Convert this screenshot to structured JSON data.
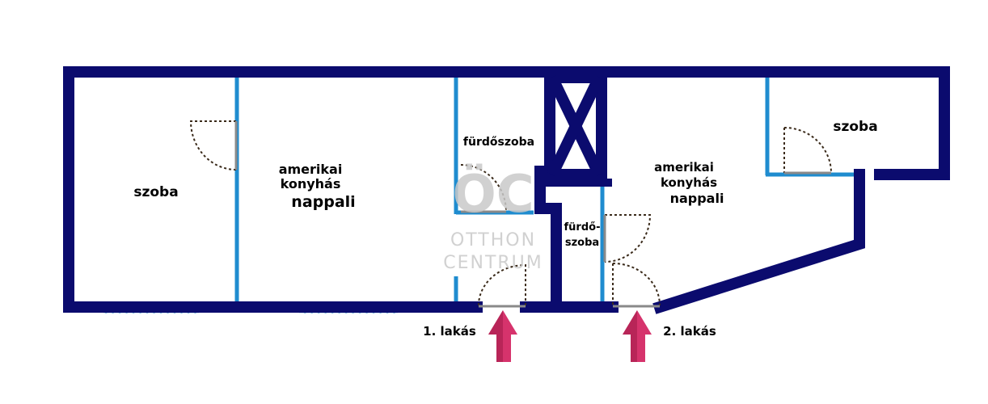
{
  "colors": {
    "outer_wall": "#0b0b6e",
    "inner_wall": "#1f8ccf",
    "window": "#a9cfe8",
    "door_arc": "#3a2a1a",
    "door_leaf": "#8a8a8a",
    "entrance_arrow": "#d6336c",
    "watermark": "#c9c9c9"
  },
  "rooms": {
    "left_szoba": "szoba",
    "nappali_1": [
      "amerikai",
      "konyhás",
      "nappali"
    ],
    "furdoszoba_1": "fürdőszoba",
    "nappali_2": [
      "amerikai",
      "konyhás",
      "nappali"
    ],
    "furdo_2": [
      "fürdő-",
      "szoba"
    ],
    "right_szoba": "szoba"
  },
  "entrances": {
    "first": "1. lakás",
    "second": "2. lakás"
  },
  "watermark": {
    "logo": "ÖC",
    "line1": "OTTHON",
    "line2": "CENTRUM"
  }
}
